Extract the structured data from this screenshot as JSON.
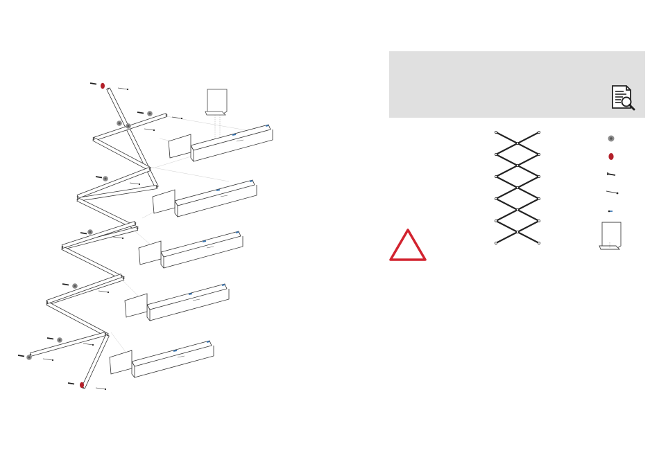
{
  "colors": {
    "panel_bg": "#e0e0e0",
    "warning_red": "#d2232f",
    "cap_red": "#b3202a",
    "washer_grey": "#8c8c8c",
    "line": "#333333",
    "light_line": "#bbbbbb",
    "screw_blue": "#3c78b4"
  },
  "icons": {
    "inspect": "document-magnifier-icon",
    "warning": "warning-triangle-icon"
  },
  "parts": [
    {
      "kind": "washer",
      "icon": "washer-icon"
    },
    {
      "kind": "cap",
      "icon": "red-cap-icon"
    },
    {
      "kind": "screw",
      "icon": "screw-icon"
    },
    {
      "kind": "bolt",
      "icon": "long-bolt-icon"
    },
    {
      "kind": "small_screw",
      "icon": "small-screw-icon"
    },
    {
      "kind": "bracket",
      "icon": "bracket-icon"
    }
  ]
}
